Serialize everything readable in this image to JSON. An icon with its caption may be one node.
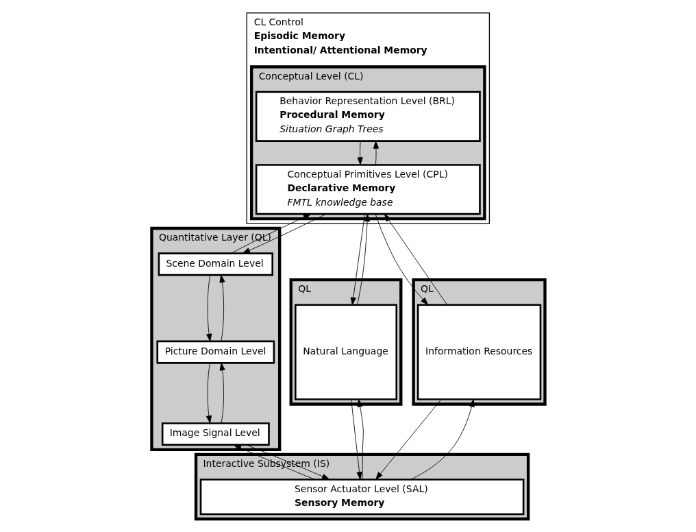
{
  "diagram": {
    "nodes": [
      {
        "text": [
          "CL Control",
          "Episodic Memory",
          "Intentional/ Attentional Memory"
        ]
      },
      {
        "text": [
          "Conceptual Level (CL)"
        ],
        "in": 0
      },
      {
        "text": [
          "Behavior Representation Level (BRL)",
          "Procedural Memory",
          "Situation Graph Trees"
        ],
        "in": 1
      },
      {
        "text": [
          "Conceptual Primitives Level (CPL)",
          "Declarative Memory",
          "FMTL knowledge base"
        ],
        "in": 1
      },
      {
        "text": [
          "Quantitative Layer (QL)"
        ]
      },
      {
        "text": [
          "Scene Domain Level"
        ],
        "in": 4
      },
      {
        "text": [
          "Picture Domain Level"
        ],
        "in": 4
      },
      {
        "text": [
          "Image Signal Level"
        ],
        "in": 4
      },
      {
        "text": [
          "QL"
        ]
      },
      {
        "text": [
          "Natural Language"
        ],
        "in": 8
      },
      {
        "text": [
          "QL"
        ]
      },
      {
        "text": [
          "Information Resources"
        ],
        "in": 10
      },
      {
        "text": [
          "Interactive Subsystem (IS)"
        ]
      },
      {
        "text": [
          "Sensor Actuator Level (SAL)",
          "Sensory Memory"
        ],
        "in": 12
      }
    ],
    "edges": [
      {
        "from": 3,
        "to": 2,
        "arrow": "to"
      },
      {
        "from": 2,
        "to": 3,
        "arrow": "to"
      },
      {
        "from": 5,
        "to": 3,
        "arrow": "to"
      },
      {
        "from": 3,
        "to": 5,
        "arrow": "to"
      },
      {
        "from": 6,
        "to": 5,
        "arrow": "to"
      },
      {
        "from": 5,
        "to": 6,
        "arrow": "to"
      },
      {
        "from": 7,
        "to": 6,
        "arrow": "to"
      },
      {
        "from": 6,
        "to": 7,
        "arrow": "to"
      },
      {
        "from": 9,
        "to": 3,
        "arrow": "to"
      },
      {
        "from": 3,
        "to": 9,
        "arrow": "to"
      },
      {
        "from": 11,
        "to": 3,
        "arrow": "to"
      },
      {
        "from": 3,
        "to": 11,
        "arrow": "to"
      },
      {
        "from": 13,
        "to": 7,
        "arrow": "to"
      },
      {
        "from": 7,
        "to": 13,
        "arrow": "to"
      },
      {
        "from": 13,
        "to": 9,
        "arrow": "to"
      },
      {
        "from": 9,
        "to": 13,
        "arrow": "to"
      },
      {
        "from": 13,
        "to": 11,
        "arrow": "to"
      },
      {
        "from": 11,
        "to": 13,
        "arrow": "to"
      }
    ]
  }
}
